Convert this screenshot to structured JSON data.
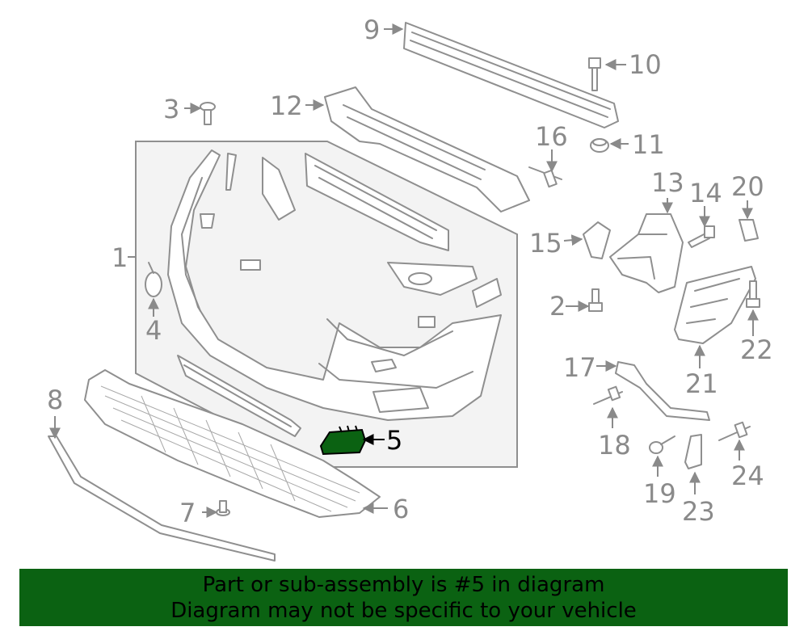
{
  "diagram": {
    "labels": {
      "l1": "1",
      "l2": "2",
      "l3": "3",
      "l4": "4",
      "l5": "5",
      "l6": "6",
      "l7": "7",
      "l8": "8",
      "l9": "9",
      "l10": "10",
      "l11": "11",
      "l12": "12",
      "l13": "13",
      "l14": "14",
      "l15": "15",
      "l16": "16",
      "l17": "17",
      "l18": "18",
      "l19": "19",
      "l20": "20",
      "l21": "21",
      "l22": "22",
      "l23": "23",
      "l24": "24"
    },
    "highlight_color": "#0b6212",
    "line_color": "#8f8f8f"
  },
  "banner": {
    "line1": "Part or sub-assembly is #5 in diagram",
    "line2": "Diagram may not be specific to your vehicle",
    "background": "#0b6212"
  }
}
